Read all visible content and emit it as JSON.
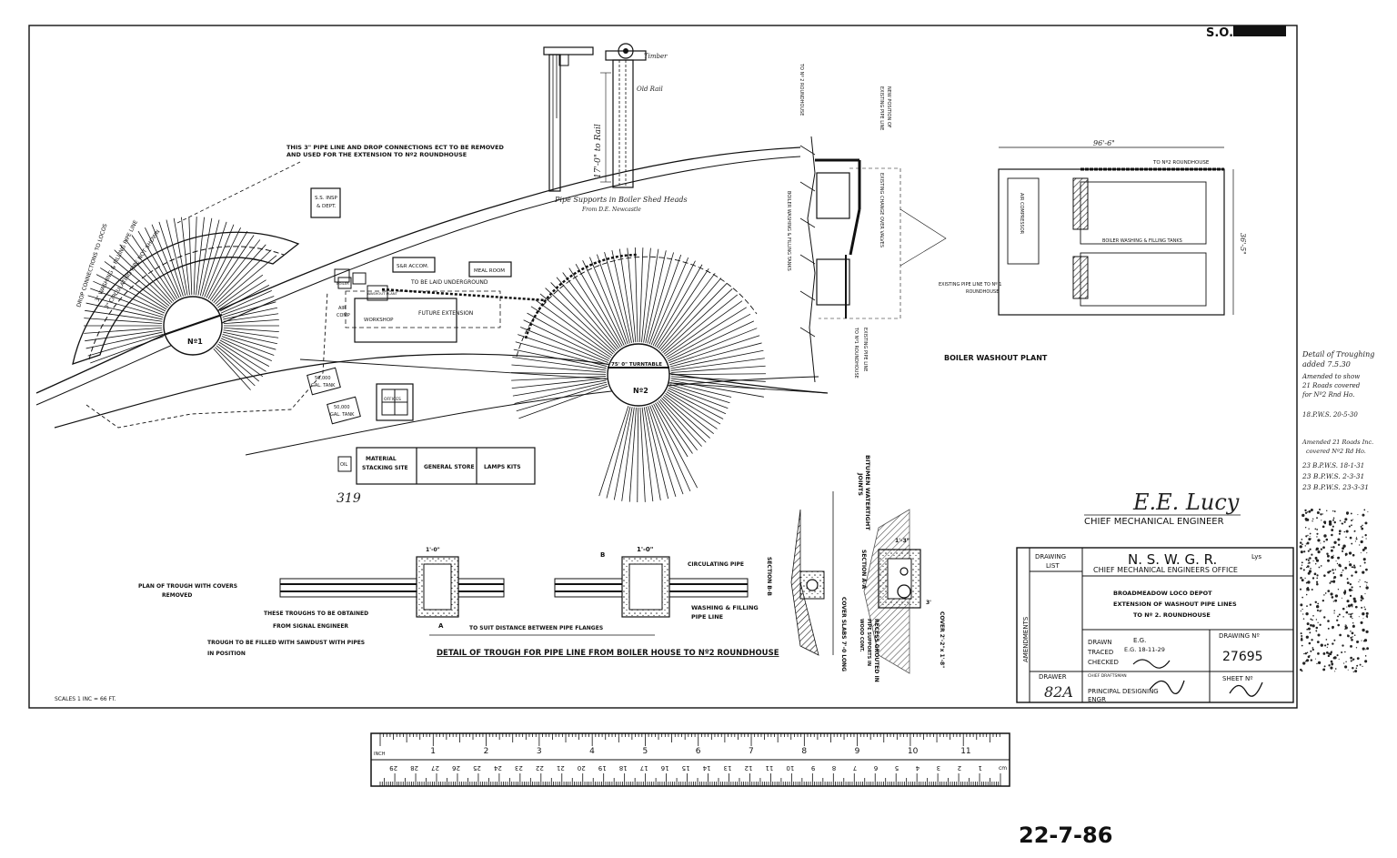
{
  "sheet_ref": "S.O.",
  "header_notes": {
    "pipe_line_note_1": "THIS 3\" PIPE LINE AND DROP CONNECTIONS ECT TO BE REMOVED",
    "pipe_line_note_2": "AND USED FOR THE EXTENSION TO Nº2 ROUNDHOUSE"
  },
  "pipe_supports": {
    "timber": "Timber",
    "old_rail": "Old Rail",
    "dimension": "17'-0\" to Rail",
    "caption_1": "Pipe Supports in Boiler Shed Heads",
    "caption_2": "From D.E. Newcastle"
  },
  "site_plan": {
    "roundhouse_1": "Nº1",
    "roundhouse_2": "Nº2",
    "drop_connections": "DROP CONNECTIONS TO LOCOS",
    "washing_line": "3\" WASHING & FILLING PIPE LINE",
    "circulating_line": "3\" CIRCULATING PIPE NOT SHOWN",
    "ss_insp": "S.S. INSP",
    "ss_insp_2": "& DEPT.",
    "sar_accom": "S&R ACCOM.",
    "meal_room": "MEAL ROOM",
    "undercround": "TO BE LAID UNDERGROUND",
    "future_extension": "FUTURE EXTENSION",
    "workshop": "WORKSHOP",
    "boiler": "BOILER",
    "washout_plant": "WASHOUT PLANT",
    "air_comp": "AIR",
    "air_comp_2": "COMP",
    "tank_1": "50,000",
    "tank_1b": "GAL. TANK",
    "tank_2": "50,000",
    "tank_2b": "GAL. TANK",
    "offices": "OFFICES",
    "material_1": "MATERIAL",
    "material_2": "STACKING SITE",
    "general_store": "GENERAL STORE",
    "lamps_kits": "LAMPS KITS",
    "oil": "OIL",
    "turntable": "75' 0\" TURNTABLE",
    "pencil_mark": "319"
  },
  "section_view": {
    "to_no2": "TO Nº 2 ROUNDHOUSE",
    "new_position": "NEW POSITION OF",
    "existing_pipe": "EXISTING PIPE LINE",
    "change_over": "EXISTING CHANGE OVER VALVES",
    "boiler_tanks": "BOILER WASHING & FILLING TANKS",
    "existing_pipe_2": "EXISTING PIPE LINE",
    "to_no1": "TO Nº1 ROUNDHOUSE"
  },
  "plant_plan": {
    "title": "BOILER WASHOUT PLANT",
    "dim_width": "96'-6\"",
    "dim_height": "36'-5\"",
    "to_no2": "TO Nº2 ROUNDHOUSE",
    "air_compressor": "AIR COMPRESSOR",
    "tanks": "BOILER WASHING & FILLING TANKS",
    "existing_1": "EXISTING PIPE LINE TO Nº 1",
    "existing_2": "ROUNDHOUSE"
  },
  "trough_detail": {
    "plan_label_1": "PLAN OF TROUGH WITH COVERS",
    "plan_label_2": "REMOVED",
    "signal_1": "THESE TROUGHS TO BE OBTAINED",
    "signal_2": "FROM SIGNAL ENGINEER",
    "sawdust_1": "TROUGH TO BE FILLED WITH SAWDUST WITH PIPES",
    "sawdust_2": "IN POSITION",
    "dim_a": "1'-0\"",
    "dim_b": "1'-0\"",
    "section_a": "A",
    "section_b": "B",
    "suit_distance": "TO SUIT DISTANCE BETWEEN PIPE FLANGES",
    "circulating": "CIRCULATING PIPE",
    "washing_1": "WASHING & FILLING",
    "washing_2": "PIPE LINE",
    "title": "DETAIL OF TROUGH FOR PIPE LINE FROM BOILER HOUSE TO Nº2 ROUNDHOUSE",
    "section_bb": "SECTION B-B",
    "cover_slabs": "COVER SLABS 7'-0 LONG",
    "section_aa": "SECTION A-A",
    "bitumen_1": "BITUMEN WATERTIGHT",
    "bitumen_2": "JOINTS",
    "recess_1": "RECESS GROUTED IN",
    "recess_2": "PIPE SUPPORTS IN",
    "recess_3": "WOOD CONT.",
    "cover_size": "COVER 2'-2\"x 1'-8\"",
    "dim_3": "3'",
    "dim_13": "1'-3\""
  },
  "amendments": {
    "note_1": "Detail of Troughing",
    "note_2": "added 7.5.30",
    "note_3": "Amended to show",
    "note_4": "21 Roads covered",
    "note_5": "for Nº2 Rnd Ho.",
    "note_6": "18.P.W.S. 20-5-30",
    "note_7": "Amended 21 Roads Inc.",
    "note_8": "covered Nº2 Rd Ho.",
    "note_9": "23 B.P.W.S. 18-1-31",
    "note_10": "23 B.P.W.S. 2-3-31",
    "note_11": "23 B.P.W.S. 23-3-31"
  },
  "signature": {
    "name": "E.E. Lucy",
    "title": "CHIEF MECHANICAL ENGINEER"
  },
  "title_block": {
    "drawing_list_1": "DRAWING",
    "drawing_list_2": "LIST",
    "org": "N. S. W. G. R.",
    "org_suffix": "Lys",
    "office": "CHIEF MECHANICAL ENGINEERS OFFICE",
    "line_1": "BROADMEADOW LOCO DEPOT",
    "line_2": "EXTENSION OF WASHOUT PIPE LINES",
    "line_3": "TO Nº 2. ROUNDHOUSE",
    "amendments_label": "AMENDMENTS",
    "drawer_label": "DRAWER",
    "drawer_value": "82A",
    "drawn_label": "DRAWN",
    "drawn_value": "E.G.",
    "traced_label": "TRACED",
    "traced_value": "E.G. 18-11-29",
    "checked_label": "CHECKED",
    "chief_label": "CHIEF DRAFTSMAN",
    "principal_label_1": "PRINCIPAL DESIGNING",
    "principal_label_2": "ENGR",
    "drawing_no_label": "DRAWING Nº",
    "drawing_no": "27695",
    "sheet_label": "SHEET Nº"
  },
  "scale_note": "SCALES 1 INC = 66 FT.",
  "ruler": {
    "inch_label": "INCH",
    "cm_label": "cm",
    "inch_ticks": [
      "1",
      "2",
      "3",
      "4",
      "5",
      "6",
      "7",
      "8",
      "9",
      "10",
      "11"
    ],
    "cm_ticks": [
      "1",
      "2",
      "3",
      "4",
      "5",
      "6",
      "7",
      "8",
      "9",
      "10",
      "11",
      "12",
      "13",
      "14",
      "15",
      "16",
      "17",
      "18",
      "19",
      "20",
      "21",
      "22",
      "23",
      "24",
      "25",
      "26",
      "27",
      "28",
      "29"
    ]
  },
  "date_stamp": "22-7-86"
}
